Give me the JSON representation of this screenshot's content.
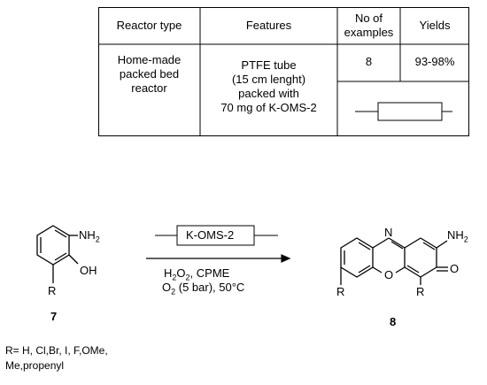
{
  "table": {
    "headers": [
      "Reactor type",
      "Features",
      "No of examples",
      "Yields"
    ],
    "headers_lines": [
      [
        "Reactor type"
      ],
      [
        "Features"
      ],
      [
        "No of",
        "examples"
      ],
      [
        "Yields"
      ]
    ],
    "row": {
      "reactor_type_lines": [
        "Home-made",
        "packed bed",
        "reactor"
      ],
      "features_lines": [
        "PTFE tube",
        "(15 cm lenght)",
        "packed with",
        "70 mg of K-OMS-2"
      ],
      "examples": "8",
      "yields": "93-98%"
    }
  },
  "scheme": {
    "reactor_label": "K-OMS-2",
    "conditions_line1": "H2O2, CPME",
    "conditions_line2": "O2 (5 bar), 50°C",
    "reactant": {
      "number": "7",
      "nh2": "NH2",
      "oh": "OH",
      "r": "R"
    },
    "product": {
      "number": "8",
      "nh2": "NH2",
      "o_carbonyl": "O",
      "o_ring": "O",
      "n_ring": "N",
      "r1": "R",
      "r2": "R"
    },
    "r_groups_line1": "R= H, Cl,Br, I, F,OMe,",
    "r_groups_line2": "Me,propenyl"
  }
}
